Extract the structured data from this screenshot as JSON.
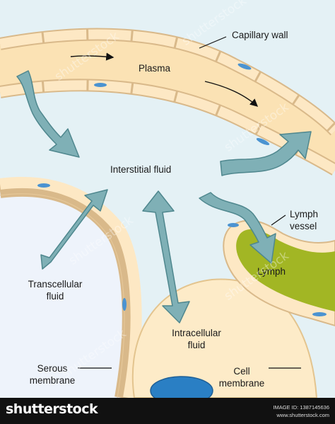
{
  "labels": {
    "capillary_wall": "Capillary wall",
    "plasma": "Plasma",
    "interstitial_fluid": "Interstitial fluid",
    "lymph_vessel_line1": "Lymph",
    "lymph_vessel_line2": "vessel",
    "lymph": "Lymph",
    "transcellular_line1": "Transcellular",
    "transcellular_line2": "fluid",
    "intracellular_line1": "Intracellular",
    "intracellular_line2": "fluid",
    "serous_line1": "Serous",
    "serous_line2": "membrane",
    "cell_line1": "Cell",
    "cell_line2": "membrane"
  },
  "footer": {
    "brand": "shutterstock",
    "image_id": "IMAGE ID: 1387145636",
    "site": "www.shutterstock.com"
  },
  "watermark": "shutterstock",
  "colors": {
    "background": "#e4f1f5",
    "plasma": "#fbe2b4",
    "wall_cells": "#fde8c4",
    "wall_stroke": "#d9b98a",
    "cell": "#fdebc8",
    "nucleus": "#2a7fc4",
    "cavity": "#eef3fb",
    "lymph": "#a2b624",
    "arrow_fill": "#7fb0b6",
    "arrow_stroke": "#4f878e"
  }
}
